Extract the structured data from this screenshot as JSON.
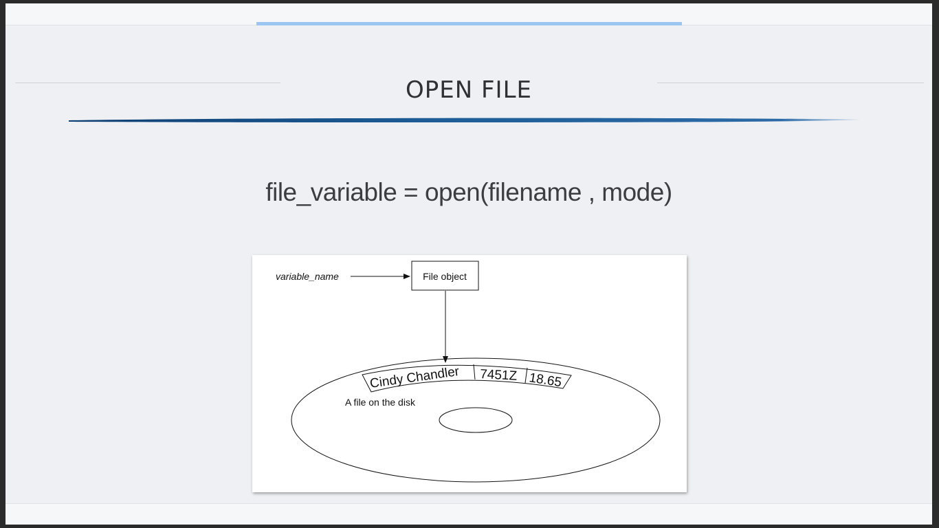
{
  "slide": {
    "title": "OPEN FILE",
    "formula": "file_variable  = open(filename , mode)"
  },
  "diagram": {
    "variable_label": "variable_name",
    "file_object_label": "File object",
    "disk_caption": "A file on the disk",
    "record_fields": [
      "Cindy Chandler",
      "7451Z",
      "18.65"
    ]
  },
  "colors": {
    "accent_bar": "#9cc6f2",
    "brush_stroke": "#1f5f99",
    "slide_background": "#eef0f3",
    "text": "#2f3033"
  }
}
